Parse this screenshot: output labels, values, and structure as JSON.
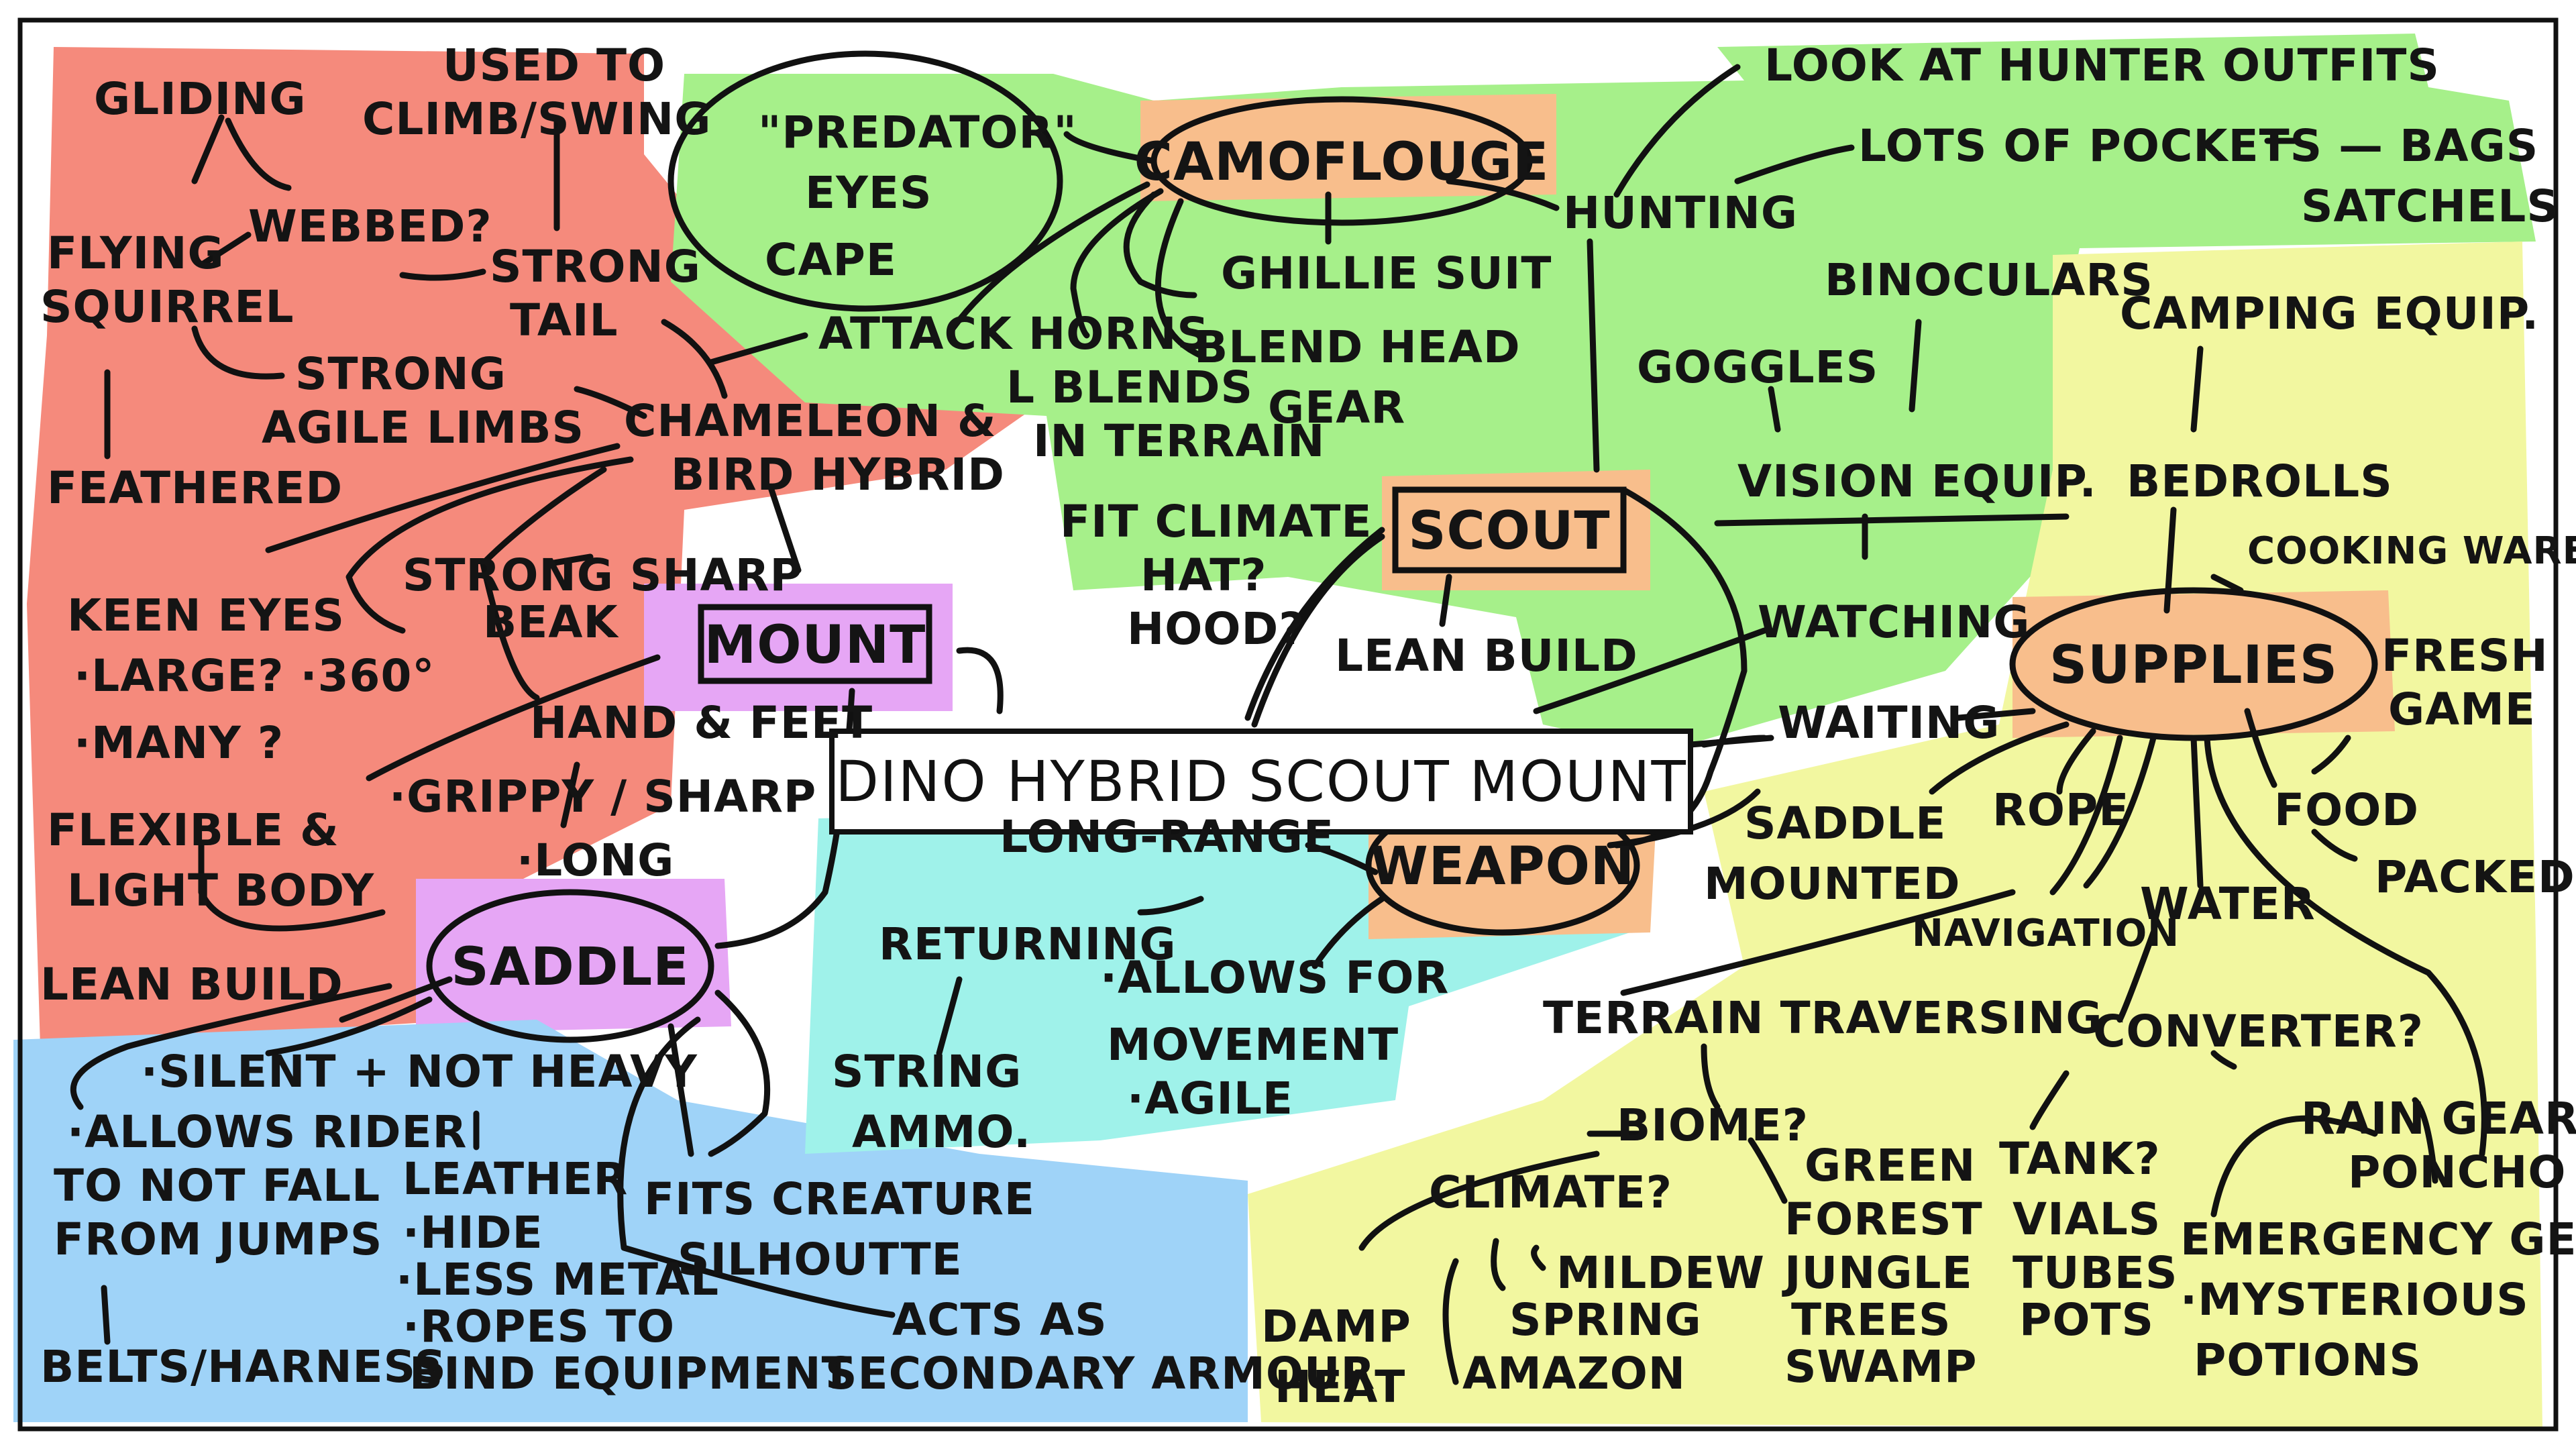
{
  "title": "DINO HYBRID SCOUT MOUNT",
  "colors": {
    "red": "#f58a7c",
    "green": "#a6f08a",
    "orange": "#f8be8c",
    "purple": "#e6a6f5",
    "cyan": "#9ff2ea",
    "blue": "#9fd3f8",
    "yellow": "#f2f7a0"
  },
  "nodes": {
    "mount": "MOUNT",
    "saddle": "SADDLE",
    "scout": "SCOUT",
    "weapon": "WEAPON",
    "camouflage": "CAMOFLOUGE",
    "supplies": "SUPPLIES"
  },
  "mount_branch": {
    "gliding": "GLIDING",
    "used_to_climb": [
      "USED TO",
      "CLIMB/SWING"
    ],
    "webbed": "WEBBED?",
    "flying_squirrel": [
      "FLYING",
      "SQUIRREL"
    ],
    "strong_tail": [
      "STRONG",
      "TAIL"
    ],
    "strong_agile_limbs": [
      "STRONG",
      "AGILE LIMBS"
    ],
    "feathered": "FEATHERED",
    "chameleon_bird": [
      "CHAMELEON &",
      "BIRD HYBRID"
    ],
    "keen_eyes": [
      "KEEN EYES",
      "·LARGE? ·360°",
      "·MANY ?"
    ],
    "strong_beak": [
      "STRONG SHARP",
      "BEAK"
    ],
    "hand_feet": [
      "HAND & FEET",
      "·GRIPPY / SHARP",
      "·LONG"
    ],
    "flexible_body": [
      "FLEXIBLE &",
      "LIGHT BODY"
    ],
    "lean_build": "LEAN BUILD"
  },
  "camo_branch": {
    "predator_eyes": [
      "\"PREDATOR\"",
      "EYES",
      "CAPE"
    ],
    "attack_horns": "ATTACK HORNS",
    "blends_terrain": [
      "L BLENDS",
      "IN TERRAIN"
    ],
    "ghillie": "GHILLIE SUIT",
    "blend_head": [
      "BLEND HEAD",
      "GEAR"
    ],
    "fit_climate": [
      "FIT CLIMATE",
      "HAT?",
      "HOOD?"
    ]
  },
  "scout_branch": {
    "hunting": "HUNTING",
    "hunter_outfits": "LOOK AT HUNTER OUTFITS",
    "pockets": "LOTS OF POCKETS — BAGS",
    "satchels": "SATCHELS",
    "binoculars": "BINOCULARS",
    "goggles": "GOGGLES",
    "vision_equip": "VISION EQUIP.",
    "lean_build": "LEAN BUILD",
    "watching": "WATCHING",
    "waiting": "WAITING"
  },
  "weapon_branch": {
    "long_range": "LONG-RANGE",
    "returning": "RETURNING",
    "string_ammo": [
      "STRING",
      "AMMO."
    ],
    "movement": [
      "·ALLOWS FOR",
      "MOVEMENT",
      "·AGILE"
    ]
  },
  "saddle_branch": {
    "silent": "·SILENT + NOT HEAVY",
    "allows_rider": [
      "·ALLOWS RIDER",
      "TO NOT FALL",
      "FROM JUMPS"
    ],
    "leather": [
      "LEATHER",
      "·HIDE",
      "·LESS METAL",
      "·ROPES TO",
      "BIND EQUIPMENT"
    ],
    "belts": "BELTS/HARNESS",
    "fits_creature": [
      "FITS CREATURE",
      "SILHOUTTE"
    ],
    "secondary_armour": [
      "ACTS AS",
      "SECONDARY ARMOUR"
    ]
  },
  "supplies_branch": {
    "camping": "CAMPING EQUIP.",
    "bedrolls": "BEDROLLS",
    "cooking": "COOKING WARE",
    "fresh_game": [
      "FRESH",
      "GAME"
    ],
    "food": "FOOD",
    "packed": "PACKED",
    "saddle_mounted": [
      "SADDLE",
      "MOUNTED"
    ],
    "rope": "ROPE",
    "navigation": "NAVIGATION",
    "water": "WATER",
    "converter": "CONVERTER?",
    "terrain": "TERRAIN TRAVERSING",
    "biome": "BIOME?",
    "climate": "CLIMATE?",
    "damp_heat": [
      "DAMP",
      "HEAT"
    ],
    "mildew": "MILDEW",
    "spring": "SPRING",
    "amazon": "AMAZON",
    "green_forest": [
      "GREEN",
      "FOREST",
      "JUNGLE",
      "TREES",
      "SWAMP"
    ],
    "tank": [
      "TANK?",
      "VIALS",
      "TUBES",
      "POTS"
    ],
    "rain_gear": [
      "RAIN GEAR",
      "PONCHO"
    ],
    "emergency": [
      "EMERGENCY GEAR",
      "·MYSTERIOUS",
      "POTIONS"
    ]
  }
}
